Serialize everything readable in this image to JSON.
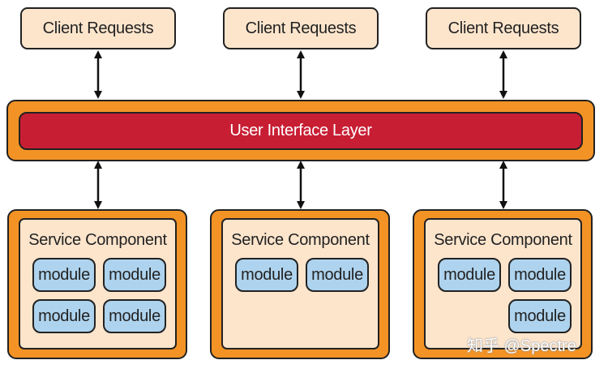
{
  "clients": [
    "Client Requests",
    "Client Requests",
    "Client Requests"
  ],
  "ui_layer": {
    "label": "User Interface Layer"
  },
  "services": [
    {
      "title": "Service Component",
      "modules": [
        "module",
        "module",
        "module",
        "module"
      ]
    },
    {
      "title": "Service Component",
      "modules": [
        "module",
        "module"
      ]
    },
    {
      "title": "Service Component",
      "modules": [
        "module",
        "module",
        "module"
      ]
    }
  ],
  "watermark": "知乎 @Spectre",
  "colors": {
    "client_fill": "#fde5cc",
    "layer_orange": "#f39325",
    "ui_red": "#c81e34",
    "module_blue": "#aed3ee",
    "outline": "#222222"
  }
}
